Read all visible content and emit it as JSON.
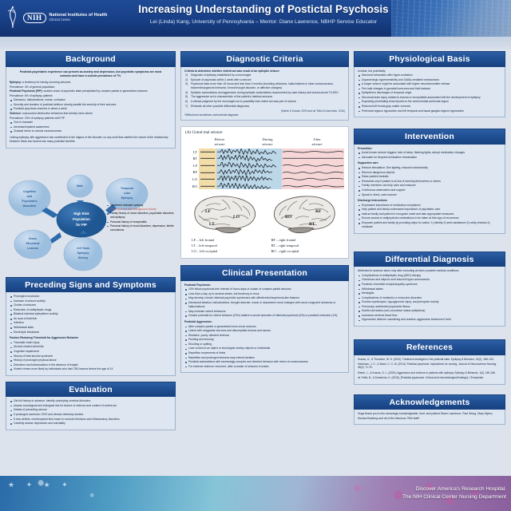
{
  "header": {
    "org_line1": "National Institutes of Health",
    "org_line2": "Clinical Center",
    "badge": "NIH",
    "title": "Increasing Understanding of Postictal Psychosis",
    "authors": "Lei (Linda) Kang, University of Pennsylvania – Mentor: Diane Lawrence, NBHP Service Educator"
  },
  "background": {
    "heading": "Background",
    "lede": "Postictal psychiatric experience can present as anxiety and depression, but psychotic symptoms are most common and have a suicide prevalence of 7%.",
    "epilepsy_term": "Epilepsy:",
    "epilepsy_def": " a tendency for having recurring seizures",
    "epilepsy_prev": "Prevalence: 4% of general population",
    "pip_term": "Postictal Psychosis (PIP):",
    "pip_def": " sudden onset of psychotic state precipitated by complex partial or generalized seizures",
    "pip_prev": "Prevalence: 6% of epilepsy patients",
    "pip_bullets": [
      "Delusions, hallucinations, mania, confusion",
      "Severity and duration of postictal delirium closely parallel the severity of their seizures",
      "Postictal psychosis resolves in about a week"
    ],
    "violence_term": "Violence:",
    "violence_def": " unprovoked destructive behaviors that directly harm others",
    "violence_prev": "Prevalence: 23% of epilepsy patients with PIP",
    "violence_bullets": [
      "Out of character",
      "Amnesia/impaired awareness",
      "Gradual return to normal consciousness"
    ],
    "closing": "Linking epilepsy with aggression has contributed to the stigma of the disorder, so any work that clarifies the nature of the relationship between these two factors has many potential benefits."
  },
  "risk_diagram": {
    "center": "High Risk Population for PIP",
    "nodes": [
      "Cognitive and Psychiatric Disorders",
      "Male",
      "Temporal Lobe Epilepsy",
      "Gross Structural Lesions",
      ">10 Years Epilepsy History"
    ],
    "factors": [
      {
        "text": "Treatment resistant epilepsy",
        "highlight": false
      },
      {
        "text": "Slowing of the EEG background activity",
        "highlight": true
      },
      {
        "text": "Family history of mood disorders, psychiatric disorders and epilepsy",
        "highlight": false
      },
      {
        "text": "Personal history of encephalitis",
        "highlight": false
      },
      {
        "text": "Personal history of mood disorders, depression, febrile convulsions",
        "highlight": false
      }
    ]
  },
  "preceding": {
    "heading": "Preceding Signs and Symptoms",
    "bullets": [
      "Prolonged convulsion",
      "Increase in seizure activity",
      "Cluster of seizures",
      "Reduction of antiepileptic drugs",
      "Bilateral interictal epileptiform activity",
      "An aura of ictal fear",
      "Infection",
      "Withdrawal state",
      "Electrolyte imbalance"
    ],
    "subheading": "Factors Reducing Threshold for Aggressive Behavior",
    "sub_bullets": [
      "Traumatic brain injury",
      "Alcohol-related dementia",
      "Cognitive impairment",
      "History of fetal alcohol syndrome",
      "History of prolonged physical abuse",
      "Delusions and hallucinations in the absence of insight",
      "Violent crimes more likely by individuals who had CNS trauma before the age of 14"
    ]
  },
  "evaluation": {
    "heading": "Evaluation",
    "bullets": [
      "Get full history in advance: identify underlying cerebral disorders",
      "Assess sociological and biological risk for factors of violence and context of violent act",
      "Details of preceding seizure",
      "If prolonged confusion: EEG and clinical chemistry studies",
      "If new deficits: cerebrospinal fluid exam to exclude infections and inflammatory disorders",
      "Carefully assess depression and suicidality"
    ]
  },
  "diagnostic": {
    "heading": "Diagnostic Criteria",
    "lede": "Criteria to determine whether violent act was result of an epileptic seizure",
    "items": [
      "Diagnosis of epilepsy established by a neurologist",
      "Episode of psychosis within 1 week after a seizure",
      "Psychosis lasts more than 15 hours and less than 2 months (including delusions, hallucinations in clear consciousness, bizarre/disorganized behavior, formal thought disorder, or affective changes)",
      "Epileptic automatisms and aggression during epileptic automatisms documented by case history and closed-circuit TV-EEG",
      "The aggressive act is characteristic of the patient's habitual seizures",
      "A clinical judgment by the neurologist as to possibility that violent act was part of seizure",
      "Eliminate all other possible differential diagnoses"
    ],
    "citation": "(Marsh & Krauss, 2000 and de Toffol & Kanemoto, 2016)",
    "note": "*Difficult and sometimes controversial diagnosis"
  },
  "figure": {
    "caption": "(A)  Grand mal seizure",
    "phases": [
      "Before seizure",
      "During seizure",
      "After seizure"
    ],
    "channels": [
      "LT",
      "RT",
      "LF",
      "RF",
      "LO",
      "RO"
    ],
    "legend_left": [
      "LF – left frontal",
      "LT – left temporal",
      "LO – left occipital"
    ],
    "legend_right": [
      "RF – right frontal",
      "RT – right temporal",
      "RO – right occipital"
    ],
    "brain_labels_left": [
      "LF",
      "LO",
      "LT"
    ],
    "brain_labels_right": [
      "RF",
      "RO",
      "RT"
    ],
    "colors": {
      "before": "#f2dca8",
      "during": "#bcd7e8",
      "after": "#f6d6d6"
    }
  },
  "clinical": {
    "heading": "Clinical Presentation",
    "sub1": "Postictal Psychosis:",
    "bullets1": [
      "10% follow psychosis-free interval of hours-days or cluster of complex partial seizures",
      "Less than a day up to several weeks, but tendency to recur",
      "May develop chronic interictal psychotic syndromes with affective/schizophrenia-like features",
      "Delusional ideation, hallucinations, thought disorder, manic or depressive mood changes with mood congruent delusions or hallucinations",
      "May motivate violent behaviors",
      "Greater potential for violent behavior (23%) relative to acute episodes of interictal psychosis (5%) or postictal confusion (1%)"
    ],
    "sub2": "Postictal Aggression:",
    "bullets2": [
      "After complex partial or generalized tonic-clonic seizures",
      "Linked with amygdalar seizures and diencephalic lesions and tumors",
      "Resistive, poorly directed violence",
      "Pushing and shoving",
      "Shouting or spitting",
      "Lose control of an object or knock/grab nearby objects or individuals",
      "Repetitive movements of limbs",
      "Repetitive and prolonged seizures may extend duration",
      "Postictal automatisms with increasingly complex and directed behavior with return of consciousness",
      "For extreme violence: recurrent, after a cluster of seizures in males"
    ]
  },
  "physiological": {
    "heading": "Physiological Basis",
    "lede": "Unclear, but potentially:",
    "bullets": [
      "Neuronal exhaustion after hyper-excitation",
      "Dopaminergic hypersensitivity and GABA-mediated mechanisms",
      "A longer seizure might be associated with higher neurotransmitter release",
      "Peri-ictal changes in gonadal hormones and fluid balance",
      "Epileptiform discharges of temporal origin",
      "Structural brain injury related to trauma or encephalitis associated with the development of epilepsy",
      "Especially penetrating head injuries to the ventromedial prefrontal region",
      "Reduced left frontal gray matter volumes",
      "Prefrontal regions hypoactive and left temporal and basal ganglia regions hyperactive"
    ]
  },
  "intervention": {
    "heading": "Intervention",
    "sub1": "Prevention",
    "bullets1": [
      "Avoid known seizure triggers: lack of sleep, flashing lights, abrupt medication changes",
      "Advocate for frequent medication reevaluation"
    ],
    "sub2": "Supportive care",
    "bullets2": [
      "Reduce stimulation: Dim lighting, reduced noise/activity",
      "Remove dangerous objects",
      "Raise padded bedrails",
      "Restraints only if patient is at risk of harming themselves or others",
      "Family members can help calm and reassure",
      "Continuous observation and support",
      "Speak in direct, calm manner"
    ],
    "sub3": "Discharge Instructions",
    "bullets3": [
      "Emphasize importance of medication compliance",
      "Help patient and family understand importance of psychiatric care",
      "Instruct family and patient to recognize onset and take appropriate measures",
      "Ensure access to antipsychotic medications to be taken at first sign of recurrence",
      "Empower patient and family by providing steps for action: 1) identify 2) seek assistance 3) notify clinician 4) medicate"
    ]
  },
  "differential": {
    "heading": "Differential Diagnosis",
    "lede": "Attributed to seizures alone only after excluding all other possible medical conditions",
    "bullets": [
      "Complications of antiepileptic drug (AED) therapy",
      "Overdoses and valproic acid induced hyper-ammonemia",
      "Posterior reversible encephalopathy syndrome",
      "Withdrawal states",
      "Meningitis",
      "Complications of metabolic or endocrine disorders",
      "Pontine myelinolysis, hypoglycemic injury, and phenytoin toxicity",
      "Previously undetected psychiatric illness",
      "Subtle ictal states (non-convulsive status epilepticus)",
      "Increased cerebral blood flow",
      "Hyperactive delirium: wandering and reactive; aggressive behaviors if held"
    ]
  },
  "references": {
    "heading": "References",
    "items": [
      "Krauss, G., & Theodore, W. H. (2010). Treatment strategies in the postictal state. Epilepsy & Behavior, 19(2), 188–190.",
      "Hartshorn, J. C., & Mase, C. O. M. (2013). Postictal psychosis: Implications for nursing. Journal of Neuroscience Nursing, 45(2), 71-76.",
      "Marsh, L., & Krauss, G. L. (2000). Aggression and violence in patients with epilepsy. Epilepsy & Behavior, 1(3), 160-168.",
      "de Toffol, B., & Kanemoto, K. (2016). [Postictal psychoses: Clinical and neurobiological findings]. L'Encephale."
    ]
  },
  "acknowledgements": {
    "heading": "Acknowledgements",
    "text": "Huge thank you to the amazingly knowledgeable, kind, and patient Diane Lawrence, Paul Wong, Mary Myers, Monica Boateng and all of the fabulous 75W staff!"
  },
  "footer": {
    "line1": "Discover America's Research Hospital.",
    "line2": "The NIH Clinical Center Nursing Department"
  }
}
